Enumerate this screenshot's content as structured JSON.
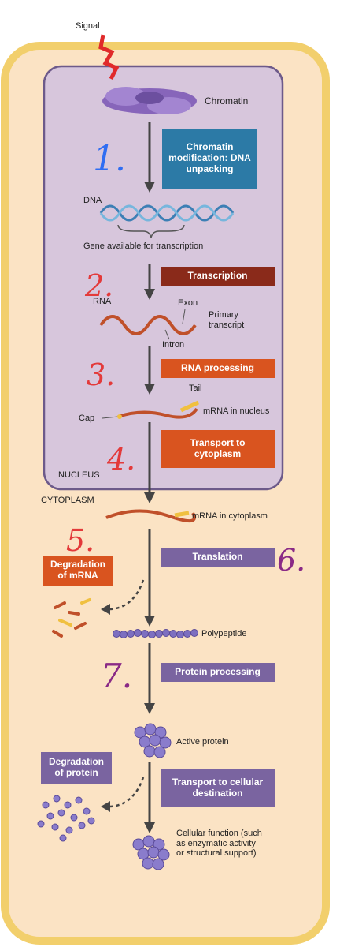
{
  "colors": {
    "cell_fill": "#fbe3c4",
    "cell_border": "#f2cf6c",
    "nucleus_fill": "#d7c6dc",
    "nucleus_border": "#6d5a8a",
    "blue_box": "#2c7aa6",
    "dark_red_box": "#8a2a1a",
    "orange_box": "#d9541f",
    "purple_box": "#7a64a0",
    "annotation_blue": "#2f6df2",
    "annotation_red": "#e33a3a",
    "annotation_purple": "#8a2a86",
    "signal": "#e02a2a"
  },
  "labels": {
    "signal": "Signal",
    "chromatin": "Chromatin",
    "dna": "DNA",
    "gene_available": "Gene available for transcription",
    "rna": "RNA",
    "exon": "Exon",
    "primary_transcript": "Primary transcript",
    "intron": "Intron",
    "tail": "Tail",
    "cap": "Cap",
    "mrna_nucleus": "mRNA in nucleus",
    "nucleus": "NUCLEUS",
    "cytoplasm": "CYTOPLASM",
    "mrna_cytoplasm": "mRNA in cytoplasm",
    "polypeptide": "Polypeptide",
    "active_protein": "Active protein",
    "cellular_function": "Cellular function (such as enzymatic activity or structural support)"
  },
  "boxes": {
    "chromatin_modification": "Chromatin modification: DNA unpacking",
    "transcription": "Transcription",
    "rna_processing": "RNA processing",
    "transport_cytoplasm": "Transport to cytoplasm",
    "degradation_mrna": "Degradation of mRNA",
    "translation": "Translation",
    "protein_processing": "Protein processing",
    "degradation_protein": "Degradation of protein",
    "transport_cellular": "Transport to cellular destination"
  },
  "annotations": {
    "n1": "1.",
    "n2": "2.",
    "n3": "3.",
    "n4": "4.",
    "n5": "5.",
    "n6": "6.",
    "n7": "7."
  }
}
